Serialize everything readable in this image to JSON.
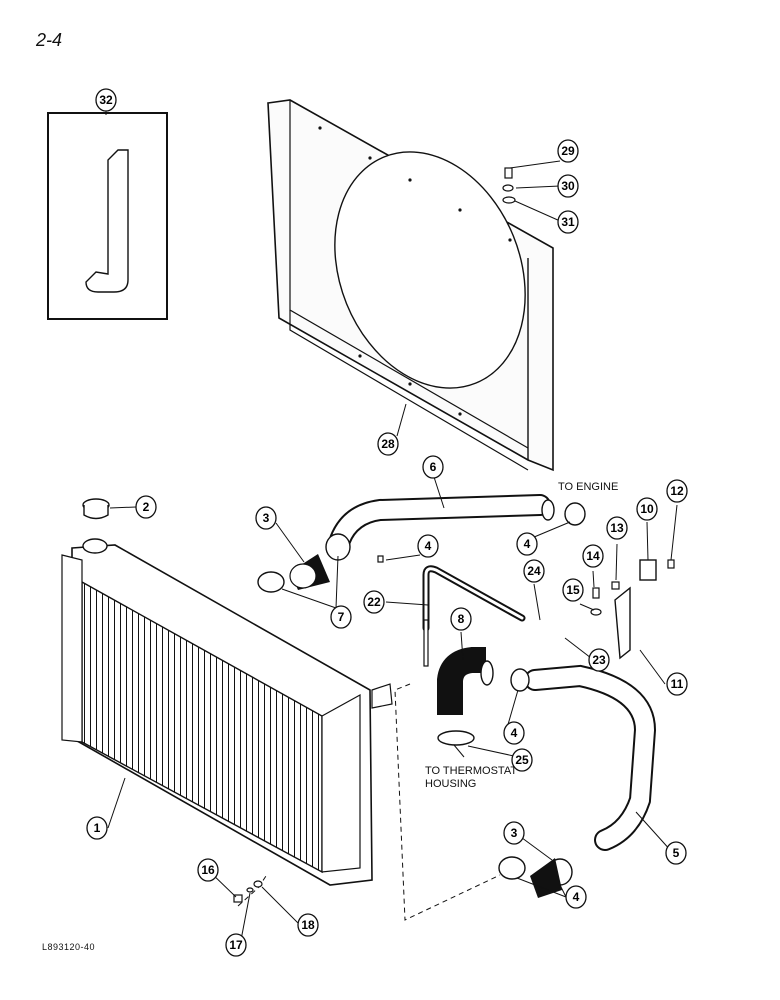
{
  "page_number": "2-4",
  "figure_code": "L893120-40",
  "notes": {
    "to_engine": "TO ENGINE",
    "to_thermostat_line1": "TO THERMOSTAT",
    "to_thermostat_line2": "HOUSING"
  },
  "callouts": [
    "32",
    "29",
    "30",
    "31",
    "28",
    "6",
    "2",
    "3",
    "4",
    "4",
    "7",
    "22",
    "8",
    "24",
    "14",
    "13",
    "10",
    "12",
    "15",
    "23",
    "11",
    "4",
    "25",
    "3",
    "5",
    "4",
    "1",
    "16",
    "17",
    "18"
  ]
}
